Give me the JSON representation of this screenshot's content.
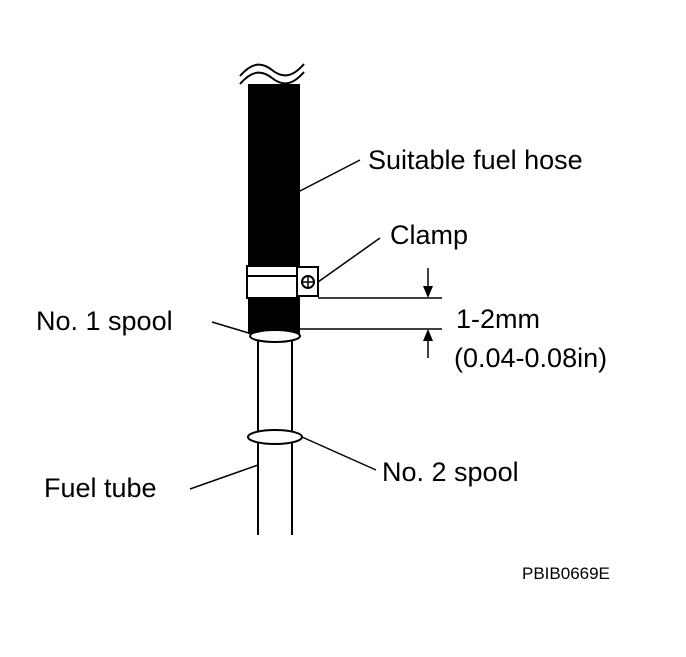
{
  "labels": {
    "hose": "Suitable fuel hose",
    "clamp": "Clamp",
    "spool1": "No. 1 spool",
    "dimension_mm": "1-2mm",
    "dimension_in": "(0.04-0.08in)",
    "spool2": "No. 2 spool",
    "tube": "Fuel tube"
  },
  "figure_code": "PBIB0669E",
  "colors": {
    "ink": "#000000",
    "paper": "#ffffff"
  }
}
